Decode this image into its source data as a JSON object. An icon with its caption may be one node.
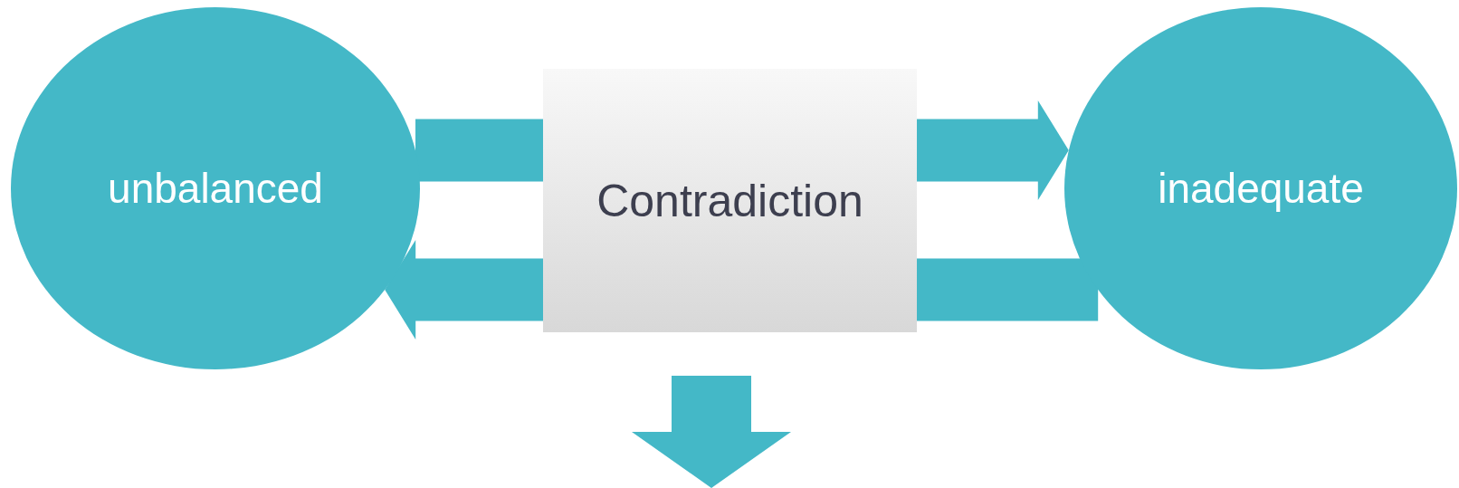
{
  "diagram": {
    "nodes": [
      {
        "text": [
          "unbalanced"
        ]
      },
      {
        "text": [
          "Contradiction"
        ]
      },
      {
        "text": [
          "inadequate"
        ]
      }
    ],
    "edges": [
      {
        "from": 0,
        "to": 1,
        "arrow": "none"
      },
      {
        "from": 1,
        "to": 2,
        "arrow": "to"
      },
      {
        "from": 1,
        "to": 0,
        "arrow": "to"
      },
      {
        "from": 1,
        "to": 2,
        "arrow": "none"
      },
      {
        "from": 1,
        "to": null,
        "arrow": "to"
      }
    ]
  }
}
